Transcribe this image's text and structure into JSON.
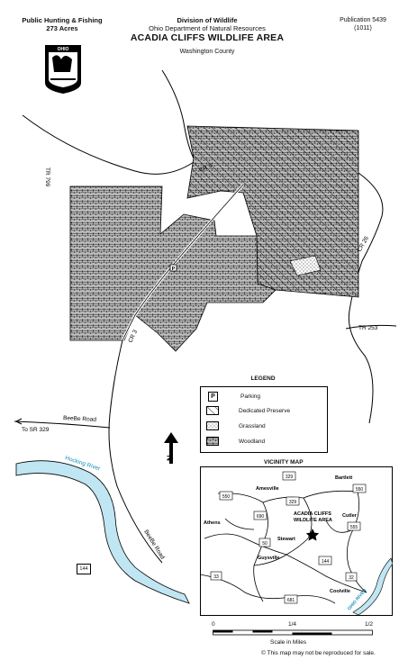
{
  "header": {
    "left_line1": "Public Hunting & Fishing",
    "left_line2": "273 Acres",
    "center_line1": "Division of Wildlife",
    "center_line2": "Ohio Department of Natural Resources",
    "title": "ACADIA CLIFFS WILDLIFE AREA",
    "county": "Washington County",
    "pub_line1": "Publication 5439",
    "pub_line2": "(1011)"
  },
  "logo": {
    "top_text": "OHIO"
  },
  "roads": {
    "tr799": "TR 799",
    "cr3_top": "CR 3",
    "cr3_bottom": "CR 3",
    "cr26": "CR 26",
    "tr253": "TR 253",
    "beebe_road_left": "BeeBe Road",
    "beebe_road_bottom": "BeeBe Road",
    "to_sr329": "To SR 329",
    "hocking_river": "Hocking River"
  },
  "legend": {
    "title": "LEGEND",
    "items": [
      {
        "label": "Parking",
        "symbol": "P"
      },
      {
        "label": "Dedicated Preserve"
      },
      {
        "label": "Grassland"
      },
      {
        "label": "Woodland"
      }
    ]
  },
  "north_label": "N",
  "vicinity": {
    "title": "VICINITY MAP",
    "towns": {
      "bartlett": "Bartlett",
      "amesville": "Amesville",
      "cutler": "Cutler",
      "athens": "Athens",
      "stewart": "Stewart",
      "guysville": "Guysville",
      "coolville": "Coolville"
    },
    "area_label_1": "ACADIA CLIFFS",
    "area_label_2": "WILDLIFE AREA",
    "ohio_river": "OHIO RIVER",
    "shields": {
      "s550a": "550",
      "s329": "329",
      "s550b": "550",
      "s690": "690",
      "s555": "555",
      "s50": "50",
      "s144a": "144",
      "s33": "33",
      "s32": "32",
      "s681": "681",
      "s144b": "144"
    }
  },
  "scale": {
    "t0": "0",
    "t1": "1/4",
    "t2": "1/2",
    "label": "Scale in Miles"
  },
  "footer": "This map may not be reproduced for sale.",
  "colors": {
    "river": "#bfe6f2",
    "river_label": "#1a8fb8"
  }
}
